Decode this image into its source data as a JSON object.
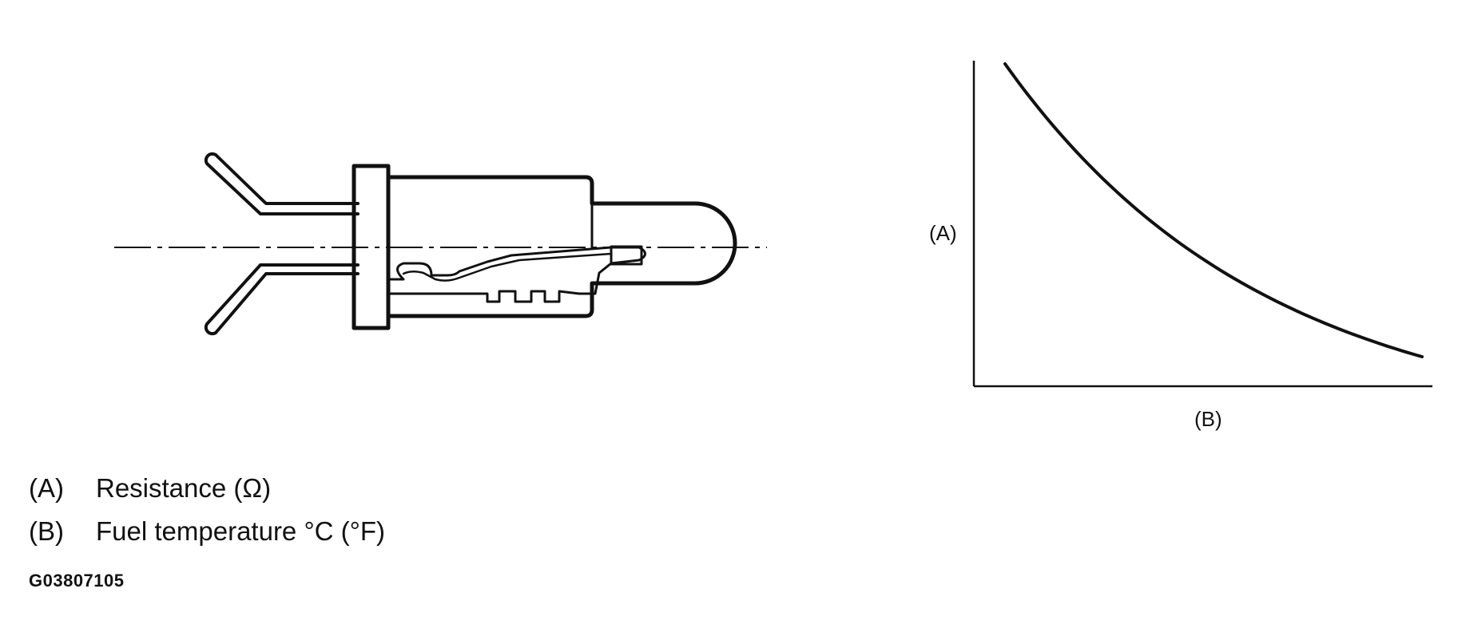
{
  "graph": {
    "y_tag": "(A)",
    "x_tag": "(B)",
    "curve_shape": "decreasing-exponential"
  },
  "legend": [
    {
      "key": "(A)",
      "text": "Resistance (Ω)"
    },
    {
      "key": "(B)",
      "text": "Fuel temperature °C (°F)"
    }
  ],
  "figure_id": "G03807105",
  "colors": {
    "line": "#111111",
    "background": "#ffffff"
  }
}
